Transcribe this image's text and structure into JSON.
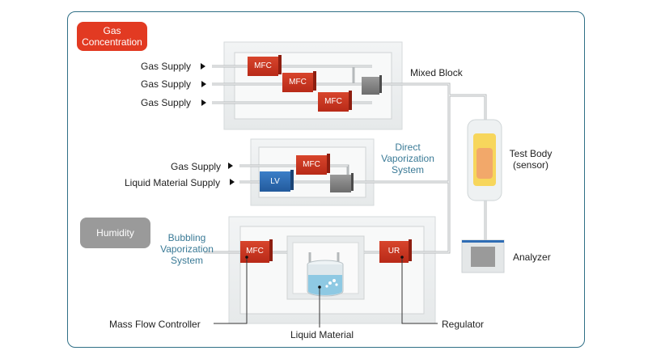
{
  "badges": {
    "gas_concentration": "Gas\nConcentration",
    "humidity": "Humidity"
  },
  "gas_concentration": {
    "inputs": [
      "Gas Supply",
      "Gas Supply",
      "Gas Supply"
    ],
    "mfc_labels": [
      "MFC",
      "MFC",
      "MFC"
    ],
    "output_label": "Mixed Block"
  },
  "direct_vaporization": {
    "title": "Direct\nVaporization\nSystem",
    "inputs": [
      "Gas Supply",
      "Liquid Material Supply"
    ],
    "mfc_label": "MFC",
    "lv_label": "LV"
  },
  "bubbling_vaporization": {
    "title": "Bubbling\nVaporization\nSystem",
    "mfc_label": "MFC",
    "ur_label": "UR"
  },
  "test_body": {
    "label": "Test Body\n(sensor)"
  },
  "analyzer": {
    "label": "Analyzer"
  },
  "callouts": {
    "mass_flow_controller": "Mass Flow Controller",
    "liquid_material": "Liquid Material",
    "regulator": "Regulator"
  },
  "colors": {
    "mfc": "#c8321e",
    "lv": "#2f6db5",
    "badge_red": "#e23a22",
    "badge_gray": "#9a9a9a",
    "frame": "#2f6f86",
    "title_blue": "#3a7a96"
  }
}
